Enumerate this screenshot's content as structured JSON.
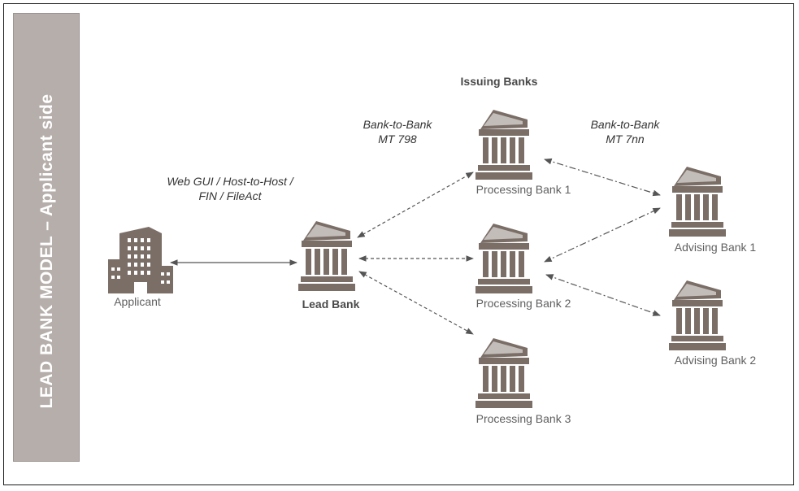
{
  "sidebar": {
    "title": "LEAD BANK MODEL – Applicant side"
  },
  "header": {
    "issuing_banks": "Issuing Banks"
  },
  "channels": {
    "applicant_line1": "Web GUI / Host-to-Host /",
    "applicant_line2": "FIN / FileAct",
    "issuing_line1": "Bank-to-Bank",
    "issuing_line2": "MT 798",
    "advising_line1": "Bank-to-Bank",
    "advising_line2": "MT 7nn"
  },
  "nodes": {
    "applicant": "Applicant",
    "lead_bank": "Lead Bank",
    "processing_bank_1": "Processing Bank 1",
    "processing_bank_2": "Processing Bank 2",
    "processing_bank_3": "Processing Bank 3",
    "advising_bank_1": "Advising Bank 1",
    "advising_bank_2": "Advising Bank 2"
  },
  "colors": {
    "icon": "#7a6e67",
    "sidebar": "#b5aeaa",
    "line": "#555555"
  },
  "icons": {
    "bank": "bank-building-icon",
    "office": "office-building-icon"
  }
}
